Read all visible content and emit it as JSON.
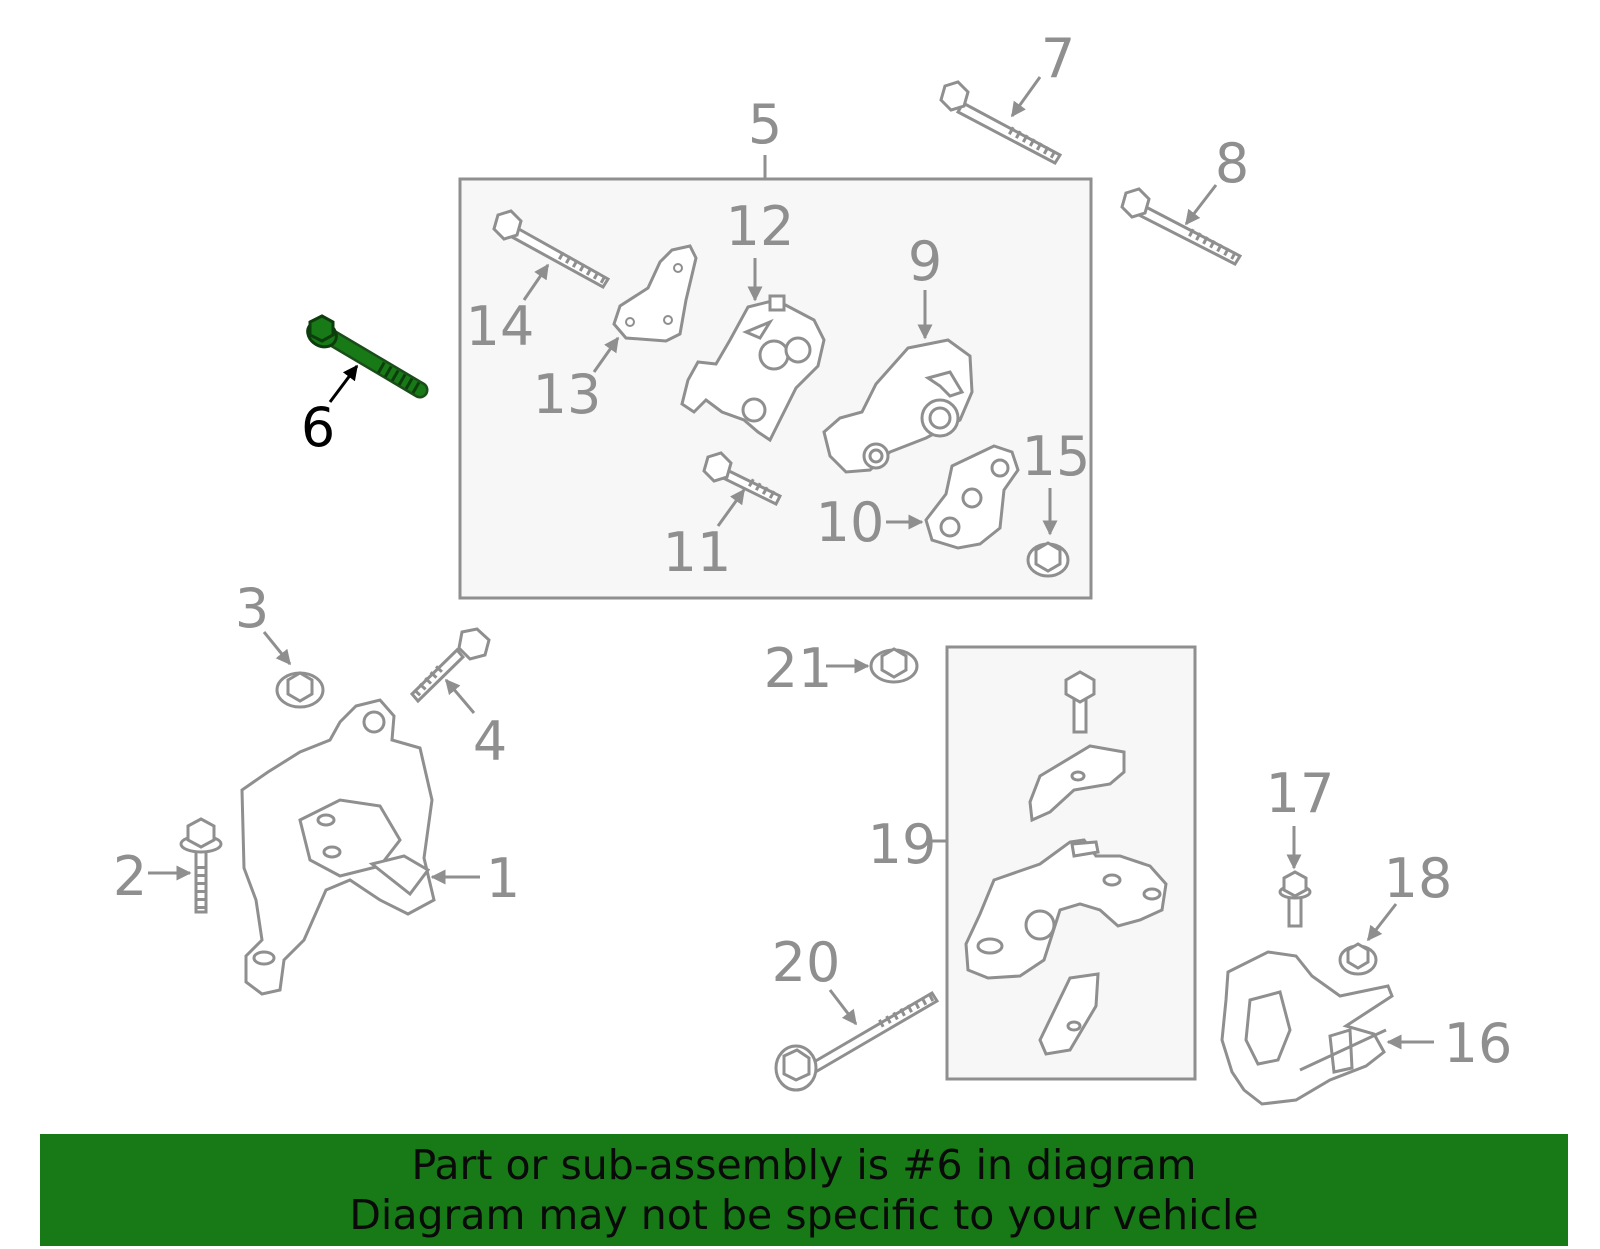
{
  "colors": {
    "line": "#8f8f8f",
    "box_fill": "#f7f7f7",
    "highlight": "#177a17",
    "banner_bg": "#177a17",
    "banner_text": "#0a0a0a"
  },
  "callouts": {
    "c1": "1",
    "c2": "2",
    "c3": "3",
    "c4": "4",
    "c5": "5",
    "c6": "6",
    "c7": "7",
    "c8": "8",
    "c9": "9",
    "c10": "10",
    "c11": "11",
    "c12": "12",
    "c13": "13",
    "c14": "14",
    "c15": "15",
    "c16": "16",
    "c17": "17",
    "c18": "18",
    "c19": "19",
    "c20": "20",
    "c21": "21"
  },
  "highlighted_part": "6",
  "banner": {
    "line1": "Part or sub-assembly is #6 in diagram",
    "line2": "Diagram may not be specific to your vehicle"
  }
}
